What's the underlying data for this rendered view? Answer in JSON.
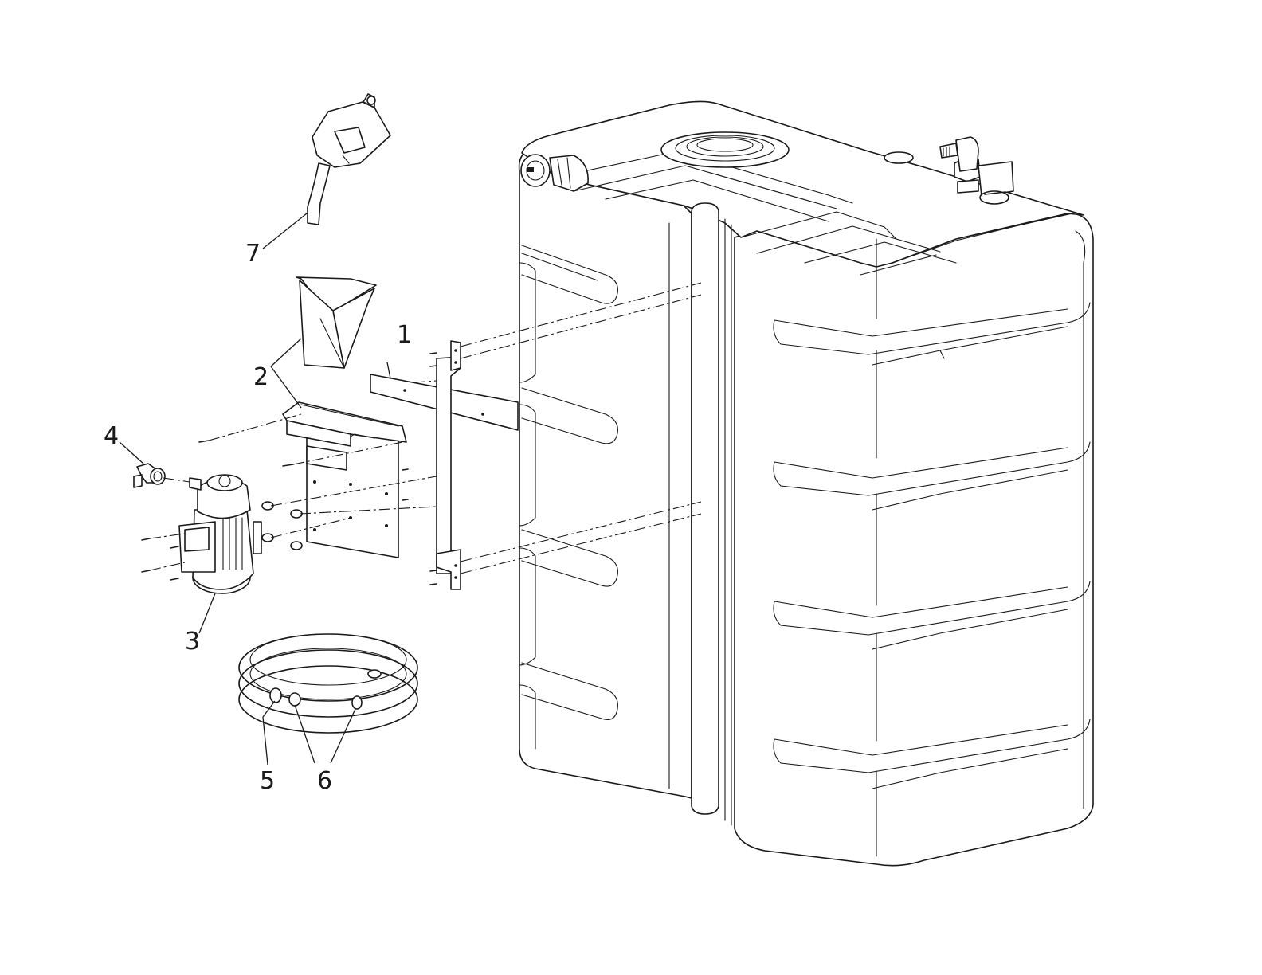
{
  "callouts": {
    "c1": "1",
    "c2": "2",
    "c3": "3",
    "c4": "4",
    "c5": "5",
    "c6": "6",
    "c7": "7"
  },
  "colors": {
    "line": "#1a1a1a",
    "background": "#ffffff",
    "leader_accent": "#8a9a3a"
  }
}
